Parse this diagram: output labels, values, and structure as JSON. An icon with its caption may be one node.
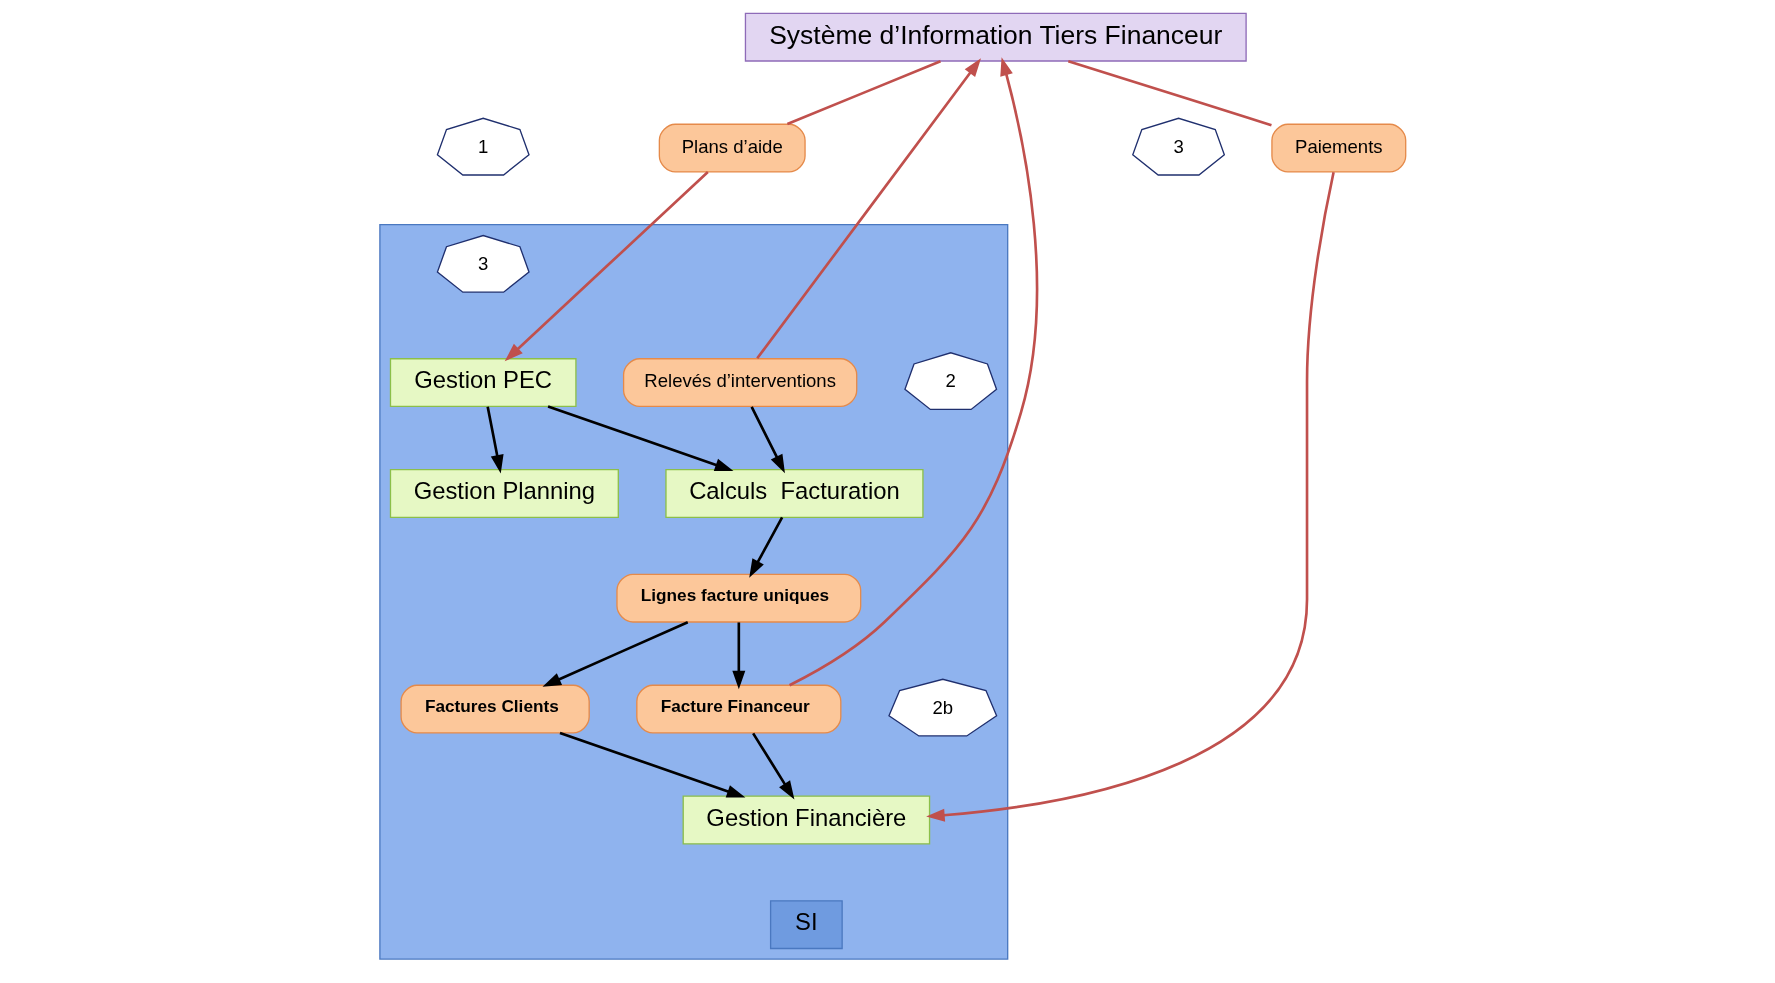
{
  "diagram": {
    "nodes": [
      {
        "text": [
          "Système d’Information Tiers Financeur"
        ]
      },
      {
        "text": [
          "Plans d’aide"
        ]
      },
      {
        "text": [
          "1"
        ]
      },
      {
        "text": [
          "Paiements"
        ]
      },
      {
        "text": [
          "3"
        ]
      },
      {
        "text": [],
        "shape": "box"
      },
      {
        "text": [
          "3"
        ],
        "in": 5
      },
      {
        "text": [
          "Relevés d’interventions"
        ],
        "in": 5
      },
      {
        "text": [
          "2"
        ],
        "in": 5
      },
      {
        "text": [
          "2b"
        ],
        "in": 5
      },
      {
        "text": [
          "Gestion PEC"
        ],
        "in": 5
      },
      {
        "text": [
          "Calculs  Facturation"
        ],
        "in": 5
      },
      {
        "text": [
          "Gestion Financière"
        ],
        "in": 5
      },
      {
        "text": [
          "Lignes facture uniques"
        ],
        "in": 5
      },
      {
        "text": [
          "Gestion Planning"
        ],
        "in": 5
      },
      {
        "text": [
          "Facture Financeur"
        ],
        "in": 5
      },
      {
        "text": [
          "Factures Clients"
        ],
        "in": 5
      },
      {
        "text": [
          "SI"
        ],
        "in": 5
      }
    ],
    "edges": [
      {
        "from": 0,
        "to": 1,
        "arrow": "none",
        "color": "#c0504d"
      },
      {
        "from": 1,
        "to": 10,
        "arrow": "to",
        "color": "#c0504d"
      },
      {
        "from": 7,
        "to": 0,
        "arrow": "to",
        "color": "#c0504d"
      },
      {
        "from": 15,
        "to": 0,
        "arrow": "to",
        "color": "#c0504d"
      },
      {
        "from": 0,
        "to": 3,
        "arrow": "none",
        "color": "#c0504d"
      },
      {
        "from": 3,
        "to": 12,
        "arrow": "to",
        "color": "#c0504d"
      },
      {
        "from": 7,
        "to": 11,
        "arrow": "to"
      },
      {
        "from": 10,
        "to": 11,
        "arrow": "to"
      },
      {
        "from": 10,
        "to": 14,
        "arrow": "to"
      },
      {
        "from": 11,
        "to": 13,
        "arrow": "to"
      },
      {
        "from": 13,
        "to": 15,
        "arrow": "to"
      },
      {
        "from": 13,
        "to": 16,
        "arrow": "to"
      },
      {
        "from": 15,
        "to": 12,
        "arrow": "to"
      },
      {
        "from": 16,
        "to": 12,
        "arrow": "to"
      }
    ]
  }
}
